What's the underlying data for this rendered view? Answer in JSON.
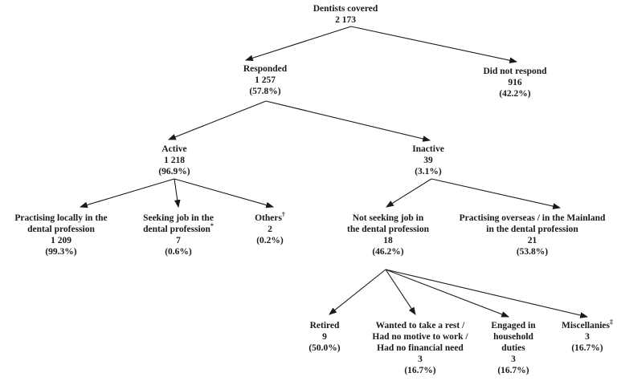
{
  "colors": {
    "background": "#ffffff",
    "ink": "#1a1a1a"
  },
  "nodes": {
    "dentists_covered": {
      "label_lines": [
        "Dentists covered"
      ],
      "sup": "",
      "count": "2 173",
      "pct": ""
    },
    "responded": {
      "label_lines": [
        "Responded"
      ],
      "sup": "",
      "count": "1 257",
      "pct": "(57.8%)"
    },
    "did_not_respond": {
      "label_lines": [
        "Did not respond"
      ],
      "sup": "",
      "count": "916",
      "pct": "(42.2%)"
    },
    "active": {
      "label_lines": [
        "Active"
      ],
      "sup": "",
      "count": "1 218",
      "pct": "(96.9%)"
    },
    "inactive": {
      "label_lines": [
        "Inactive"
      ],
      "sup": "",
      "count": "39",
      "pct": "(3.1%)"
    },
    "practising_locally": {
      "label_lines": [
        "Practising locally in the",
        "dental profession"
      ],
      "sup": "",
      "count": "1 209",
      "pct": "(99.3%)"
    },
    "seeking_job": {
      "label_lines": [
        "Seeking job in the",
        "dental profession"
      ],
      "sup": "*",
      "count": "7",
      "pct": "(0.6%)"
    },
    "others": {
      "label_lines": [
        "Others"
      ],
      "sup": "†",
      "count": "2",
      "pct": "(0.2%)"
    },
    "not_seeking_job": {
      "label_lines": [
        "Not seeking job in",
        "the dental profession"
      ],
      "sup": "",
      "count": "18",
      "pct": "(46.2%)"
    },
    "practising_overseas": {
      "label_lines": [
        "Practising overseas / in the Mainland",
        "in the dental profession"
      ],
      "sup": "",
      "count": "21",
      "pct": "(53.8%)"
    },
    "retired": {
      "label_lines": [
        "Retired"
      ],
      "sup": "",
      "count": "9",
      "pct": "(50.0%)"
    },
    "wanted_rest": {
      "label_lines": [
        "Wanted to take a rest /",
        "Had no motive to work /",
        "Had no financial need"
      ],
      "sup": "",
      "count": "3",
      "pct": "(16.7%)"
    },
    "engaged_household": {
      "label_lines": [
        "Engaged in",
        "household",
        "duties"
      ],
      "sup": "",
      "count": "3",
      "pct": "(16.7%)"
    },
    "miscellanies": {
      "label_lines": [
        "Miscellanies"
      ],
      "sup": "‡",
      "count": "3",
      "pct": "(16.7%)"
    }
  }
}
